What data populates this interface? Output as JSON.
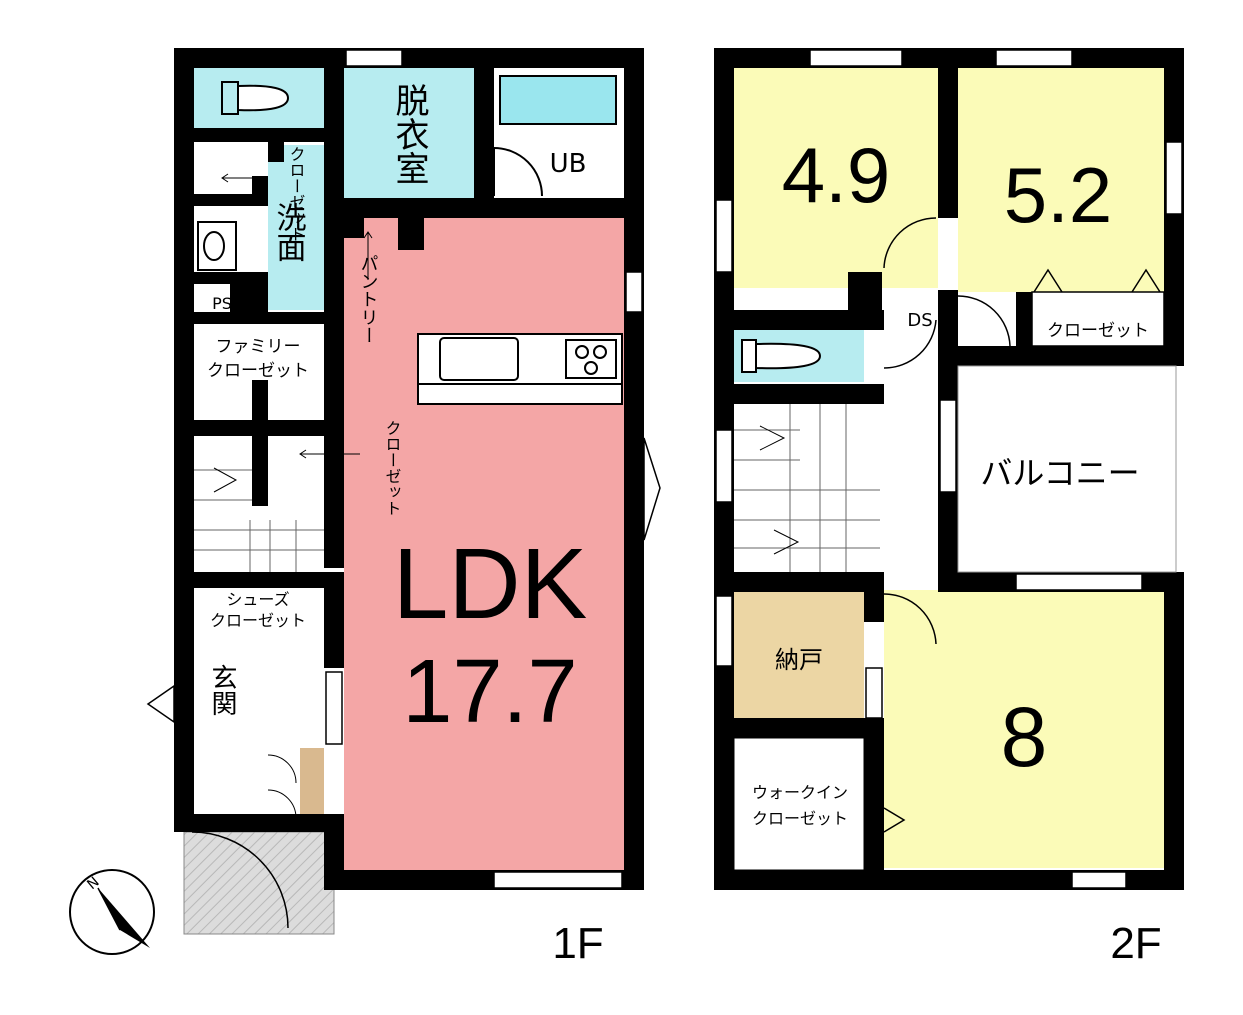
{
  "floor1": {
    "label": "1F",
    "ldk": {
      "name": "LDK",
      "size": "17.7"
    },
    "rooms": {
      "dressing": "脱衣室",
      "bath": "UB",
      "wash": "洗面",
      "ps": "PS",
      "pantry": "パントリー",
      "family_closet": [
        "ファミリー",
        "クローゼット"
      ],
      "closet_a": "クローゼット",
      "closet_b": "クローゼット",
      "shoes_closet": [
        "シューズ",
        "クローゼット"
      ],
      "entrance": "玄関"
    }
  },
  "floor2": {
    "label": "2F",
    "rooms": {
      "room_a": "4.9",
      "room_b": "5.2",
      "room_c": "8",
      "ds": "DS",
      "closet": "クローゼット",
      "balcony": "バルコニー",
      "storage": "納戸",
      "walkin": [
        "ウォークイン",
        "クローゼット"
      ]
    }
  },
  "compass": {
    "north": "N"
  },
  "colors": {
    "ldk": "#f4a6a6",
    "water": "#b7ecf0",
    "bedroom": "#fbfbb8",
    "storage": "#ecd6a4",
    "wall": "#000000",
    "porch": "#d8d8d8"
  }
}
